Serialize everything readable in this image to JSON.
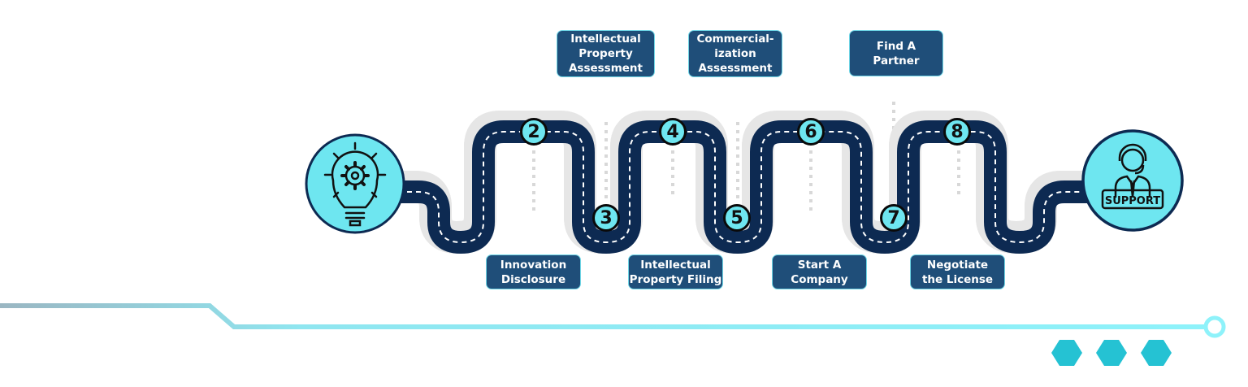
{
  "steps": [
    {
      "number": "2",
      "label": "Innovation\nDisclosure"
    },
    {
      "number": "3",
      "label": "Intellectual\nProperty\nAssessment"
    },
    {
      "number": "4",
      "label": "Intellectual\nProperty Filing"
    },
    {
      "number": "5",
      "label": "Commercial-\nization\nAssessment"
    },
    {
      "number": "6",
      "label": "Start A\nCompany"
    },
    {
      "number": "7",
      "label": "Find A\nPartner"
    },
    {
      "number": "8",
      "label": "Negotiate\nthe License"
    }
  ],
  "end_icon": {
    "name": "support-agent-icon",
    "text": "SUPPORT"
  },
  "start_icon": {
    "name": "lightbulb-gear-icon"
  },
  "colors": {
    "road": "#0d2a52",
    "road_edge": "#3d63a8",
    "badge": "#6ee6f0",
    "box": "#1f4e79",
    "accent": "#25c2d3",
    "line": "#8ef2fa"
  }
}
